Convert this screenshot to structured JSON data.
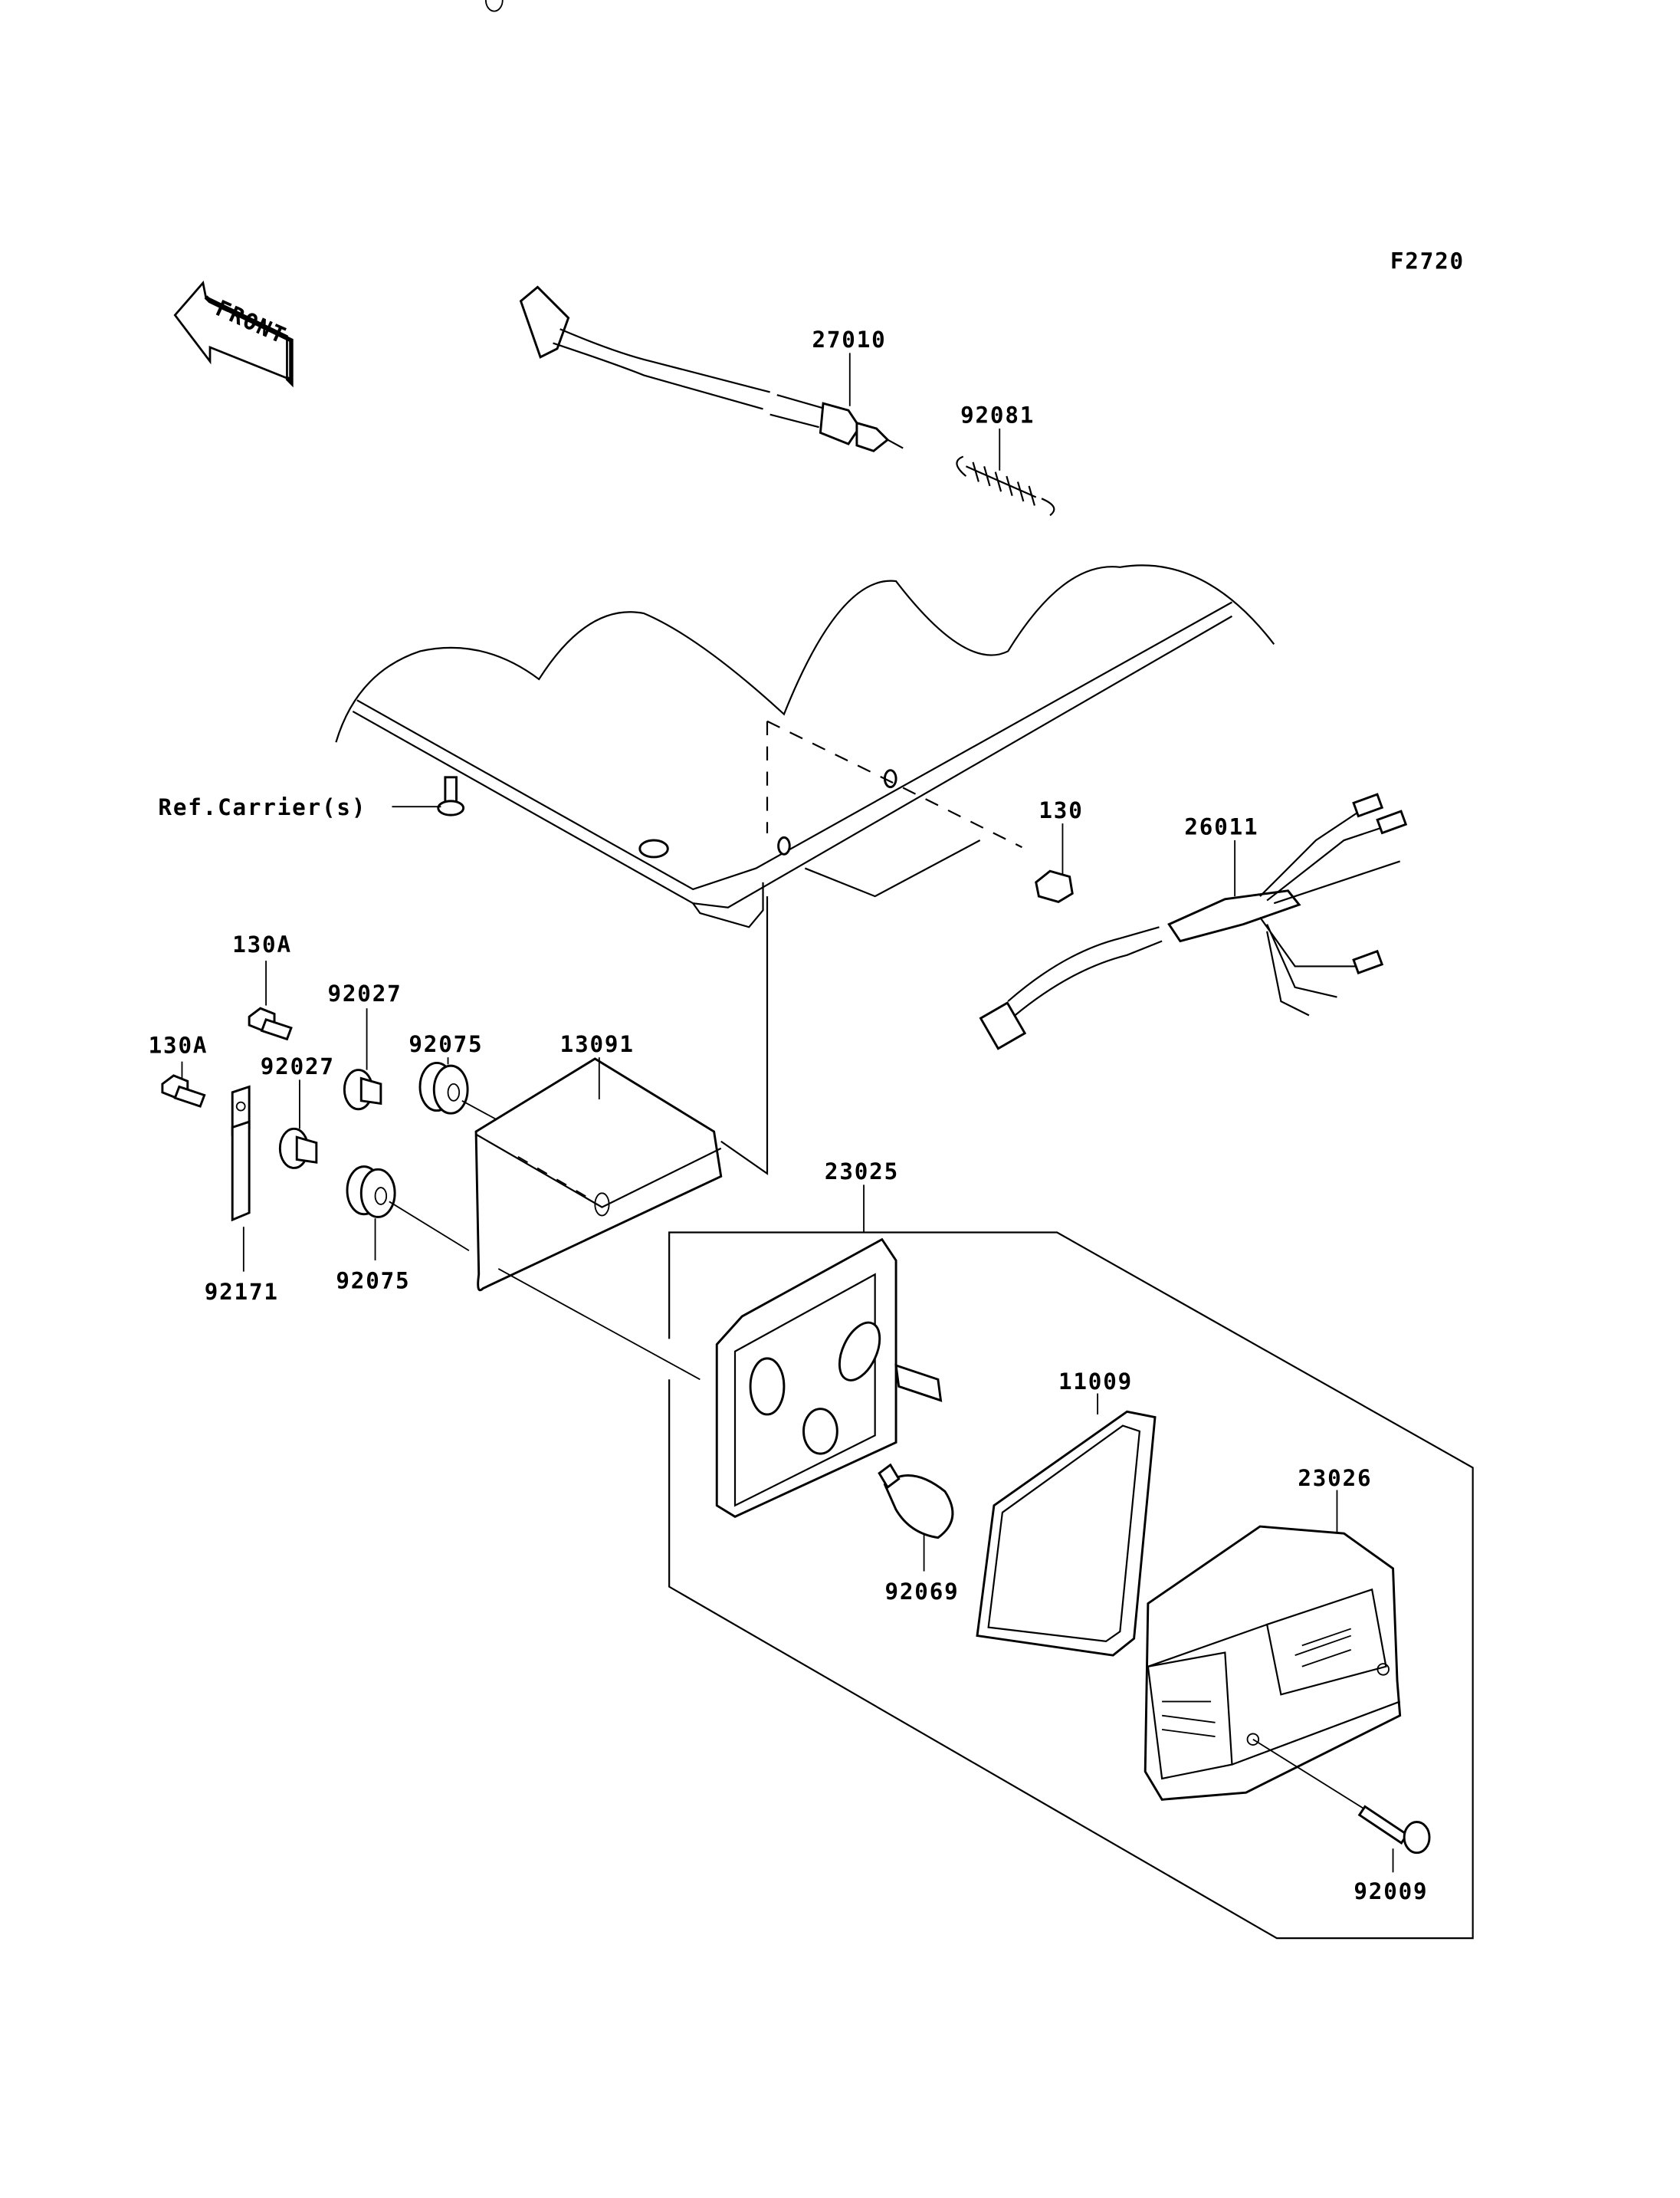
{
  "diagram_id": "F2720",
  "front_arrow": {
    "label": "FRONT",
    "icon": "front-direction-arrow-icon"
  },
  "reference": {
    "label": "Ref.Carrier(s)"
  },
  "parts": {
    "switch_brake": "27010",
    "spring": "92081",
    "bolt_130": "130",
    "harness": "26011",
    "bolt_130a_upper": "130A",
    "bolt_130a_lower": "130A",
    "collar_upper": "92027",
    "collar_lower": "92027",
    "grommet_upper": "92075",
    "bracket": "13091",
    "band": "92171",
    "grommet_lower": "92075",
    "tail_lamp_assy": "23025",
    "gasket": "11009",
    "lens": "23026",
    "bulb": "92069",
    "screw": "92009"
  }
}
